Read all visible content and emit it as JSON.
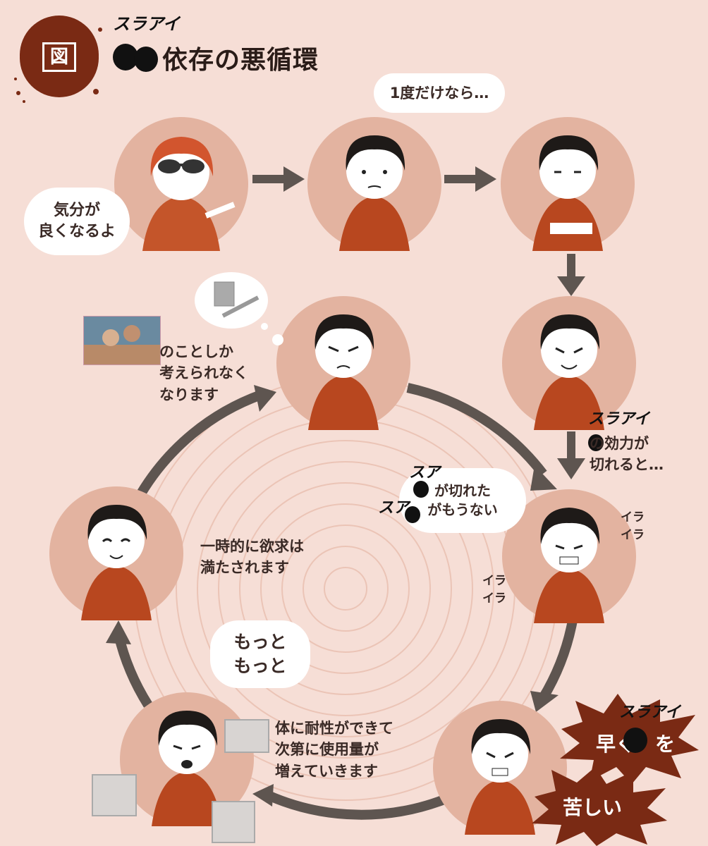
{
  "header": {
    "badge": "図",
    "title": "依存の悪循環",
    "annotation": "スラアイ"
  },
  "nodes": {
    "dealer": {
      "bubble": "気分が\n良くなるよ"
    },
    "hesitate": {
      "bubble": "1度だけなら…"
    },
    "obsessed": {
      "caption": "のことしか\n考えられなく\nなります"
    },
    "wearoff": {
      "caption": "の効力が\n切れると…",
      "annotation": "スラアイ"
    },
    "craving": {
      "bubble": "が切れた\nがもうない",
      "annotation_1": "スア",
      "annotation_2": "スア",
      "irritation_1": "イラ\nイラ",
      "irritation_2": "イラ\nイラ"
    },
    "satisfied": {
      "caption": "一時的に欲求は\n満たされます"
    },
    "tolerance": {
      "bubble": "もっと\nもっと",
      "caption": "体に耐性ができて\n次第に使用量が\n増えていきます"
    },
    "suffering": {
      "burst_1": "早く　を",
      "burst_2": "苦しい",
      "annotation": "スラアイ"
    }
  },
  "colors": {
    "background": "#f6ded6",
    "node_fill": "#e3b3a0",
    "shirt": "#b8471f",
    "hair": "#1e1a18",
    "arrow": "#5e5550",
    "badge": "#7a2a14",
    "burst": "#7a2a14"
  }
}
